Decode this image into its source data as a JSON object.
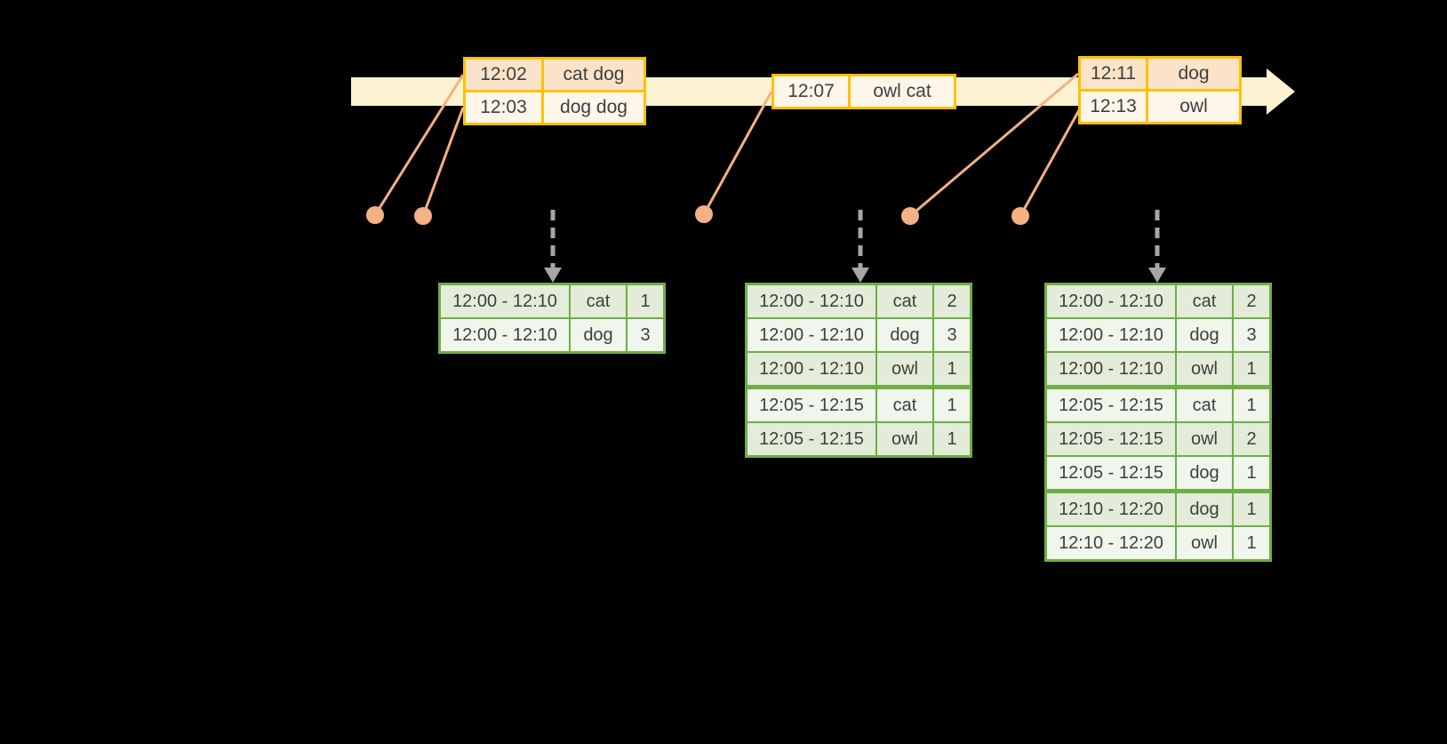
{
  "colors": {
    "background": "#000000",
    "timeline_band": "#FCF2D1",
    "event_table_border": "#FFC000",
    "event_row_peach": "#FAE3C8",
    "event_row_cream": "#FDF6E9",
    "connector_salmon": "#F4B183",
    "result_table_border": "#70AD47",
    "result_row_dark": "#E2ECD8",
    "result_row_light": "#F0F6EB",
    "trigger_arrow_gray": "#A6A6A6",
    "text": "#3F3F3F"
  },
  "event_tables": [
    {
      "rows": [
        {
          "time": "12:02",
          "words": "cat dog"
        },
        {
          "time": "12:03",
          "words": "dog dog"
        }
      ]
    },
    {
      "rows": [
        {
          "time": "12:07",
          "words": "owl cat"
        }
      ]
    },
    {
      "rows": [
        {
          "time": "12:11",
          "words": "dog"
        },
        {
          "time": "12:13",
          "words": "owl"
        }
      ]
    }
  ],
  "result_tables": [
    {
      "rows": [
        {
          "window": "12:00 - 12:10",
          "word": "cat",
          "count": "1"
        },
        {
          "window": "12:00 - 12:10",
          "word": "dog",
          "count": "3"
        }
      ]
    },
    {
      "rows": [
        {
          "window": "12:00 - 12:10",
          "word": "cat",
          "count": "2"
        },
        {
          "window": "12:00 - 12:10",
          "word": "dog",
          "count": "3"
        },
        {
          "window": "12:00 - 12:10",
          "word": "owl",
          "count": "1"
        },
        {
          "window": "12:05 - 12:15",
          "word": "cat",
          "count": "1"
        },
        {
          "window": "12:05 - 12:15",
          "word": "owl",
          "count": "1"
        }
      ]
    },
    {
      "rows": [
        {
          "window": "12:00 - 12:10",
          "word": "cat",
          "count": "2"
        },
        {
          "window": "12:00 - 12:10",
          "word": "dog",
          "count": "3"
        },
        {
          "window": "12:00 - 12:10",
          "word": "owl",
          "count": "1"
        },
        {
          "window": "12:05 - 12:15",
          "word": "cat",
          "count": "1"
        },
        {
          "window": "12:05 - 12:15",
          "word": "owl",
          "count": "2"
        },
        {
          "window": "12:05 - 12:15",
          "word": "dog",
          "count": "1"
        },
        {
          "window": "12:10 - 12:20",
          "word": "dog",
          "count": "1"
        },
        {
          "window": "12:10 - 12:20",
          "word": "owl",
          "count": "1"
        }
      ]
    }
  ]
}
